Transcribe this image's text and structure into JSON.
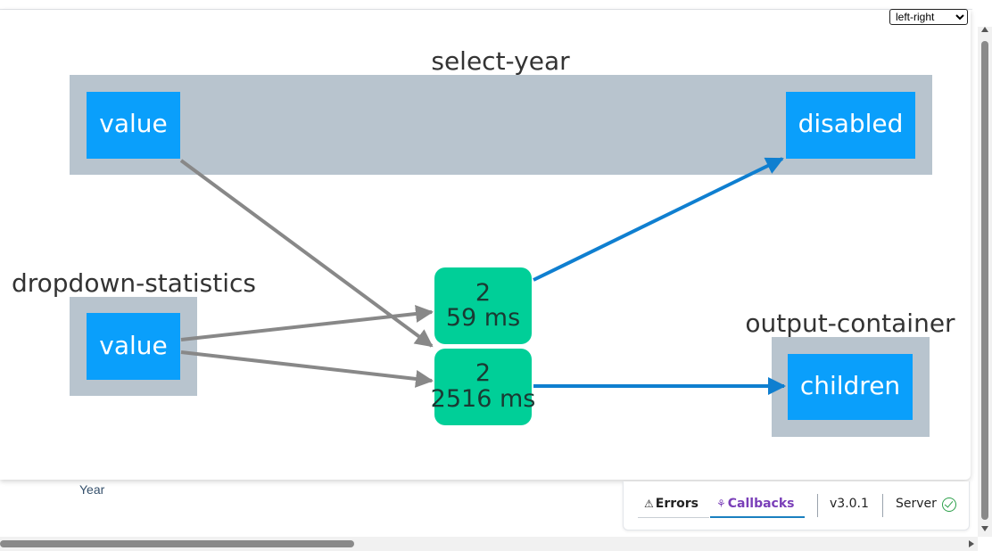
{
  "layout_select": {
    "value": "left-right",
    "options": [
      "left-right"
    ]
  },
  "graph": {
    "groups": {
      "select_year": "select-year",
      "dropdown_statistics": "dropdown-statistics",
      "output_container": "output-container"
    },
    "props": {
      "select_year_value": "value",
      "select_year_disabled": "disabled",
      "dropdown_statistics_value": "value",
      "output_container_children": "children"
    },
    "callbacks": [
      {
        "count": "2",
        "time": "59 ms"
      },
      {
        "count": "2",
        "time": "2516 ms"
      }
    ],
    "colors": {
      "group": "#b8c4ce",
      "property": "#0a9ffb",
      "callback": "#00cf98",
      "input_edge": "#888888",
      "output_edge": "#0f7fd0"
    }
  },
  "page": {
    "year_label": "Year"
  },
  "devtools": {
    "errors_icon": "warning-icon",
    "errors_label": "Errors",
    "callbacks_icon": "callbacks-graph-icon",
    "callbacks_label": "Callbacks",
    "version": "v3.0.1",
    "server_label": "Server",
    "server_status_icon": "check-circle-icon",
    "server_status_color": "#2ca04a"
  }
}
